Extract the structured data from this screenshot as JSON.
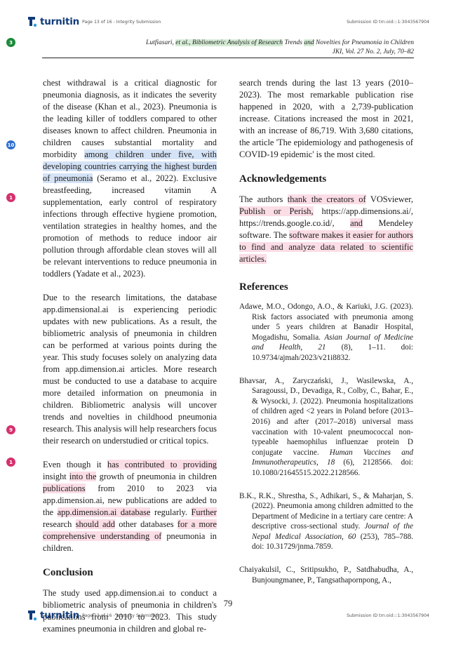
{
  "header": {
    "logo_text": "turnitin",
    "page_info": "Page 13 of 16 - Integrity Submission",
    "submission_id": "Submission ID trn:oid:::1:3043567904"
  },
  "footer": {
    "logo_text": "turnitin",
    "page_info": "Page 13 of 16 - Integrity Submission",
    "submission_id": "Submission ID trn:oid:::1:3043567904"
  },
  "journal": {
    "authors_pre": "Lutfiasari, ",
    "authors_hl": "et al., Bibliometric Analysis of Research",
    "title_mid": " Trends ",
    "title_hl2": "and",
    "title_post": " Novelties for Pneumonia in Children",
    "line2": "JKI, Vol. 27 No. 2, July, 70–82"
  },
  "badges": [
    "3",
    "10",
    "1",
    "9",
    "1"
  ],
  "colors": {
    "green": "#1d8a3a",
    "blue": "#2f6fd0",
    "pink": "#d6316e",
    "turnitin": "#0f3b78"
  },
  "left": {
    "p1_a": "chest withdrawal is a critical diagnostic for pneumonia diagnosis, as it indicates the severity of the disease (Khan et al., 2023). Pneumonia is the leading killer of toddlers compared to other diseases known to affect children. Pneumonia in children causes substantial mortality and morbidity ",
    "p1_hl1": "among children under five, with developing countries carrying the highest burden of pneumonia",
    "p1_b": " (Seramo et al., 2022). Exclusive breastfeeding, increased vitamin A supplementation, early control of respiratory infections through effective hygiene promotion, ventilation strategies in healthy homes, and the promotion of methods to reduce indoor air pollution through affordable clean stoves will all be relevant interventions to reduce pneumonia in toddlers (Yadate et al., 2023).",
    "p2": "Due to the research limitations, the database app.dimensional.ai is experiencing periodic updates with new publications. As a result, the bibliometric analysis of pneumonia in children can be performed at various points during the year. This study focuses solely on analyzing data from app.dimension.ai articles. More research must be conducted to use a database to acquire more detailed information on pneumonia in children. Bibliometric analysis will uncover trends and novelties in childhood pneumonia research. This analysis will help researchers focus their research on understudied or critical topics.",
    "p3_a": "Even though it ",
    "p3_hl1": "has contributed to providing",
    "p3_b": " insight ",
    "p3_hl2": "into the",
    "p3_c": " growth of pneumonia in children ",
    "p3_hl3": "publications",
    "p3_d": " from 2010 to 2023 via app.dimension.ai, new publications are added to the ",
    "p3_hl4": "app.dimension.ai database",
    "p3_e": " regularly. ",
    "p3_hl5": "Further",
    "p3_f": " research ",
    "p3_hl6": "should add",
    "p3_g": " other databases ",
    "p3_hl7": "for a more comprehensive understanding of",
    "p3_h": " pneumonia in children.",
    "h_conclusion": "Conclusion",
    "p4": "The study used app.dimension.ai to conduct a bibliometric analysis of pneumonia in children's publications from 2010 to 2023. This study examines pneumonia in children and global re-"
  },
  "right": {
    "p1": "search trends during the last 13 years (2010–2023). The most remarkable publication rise happened in 2020, with a 2,739-publication increase. Citations increased the most in 2021, with an increase of 86,719. With 3,680 citations, the article 'The epidemiology and pathogenesis of COVID-19 epidemic' is the most cited.",
    "h_ack": "Acknowledgements",
    "ack_a": "The authors ",
    "ack_hl1": "thank the creators of",
    "ack_b": " VOSviewer, ",
    "ack_hl2": "Publish or Perish,",
    "ack_c": " https://app.dimensions.ai/, https://trends.google.co.id/, ",
    "ack_hl3": "and",
    "ack_d": " Mendeley software. The ",
    "ack_hl4": "software makes it easier for authors to find and analyze data related to scientific articles.",
    "h_refs": "References",
    "refs": [
      {
        "pre": "Adawe, M.O., Odongo, A.O., & Kariuki, J.G. (2023). Risk factors associated with pneumonia among under 5 years children at Banadir Hospital, Mogadishu, Somalia. ",
        "it": "Asian Journal of Medicine and Health, 21",
        "post": " (8), 1–11. doi: 10.9734/ajmah/2023/v21i8832."
      },
      {
        "pre": "Bhavsar, A., Zaryczański, J., Wasilewska, A., Saragoussi, D., Devadiga, R., Colby, C., Bahar, E., & Wysocki, J. (2022). Pneumonia hospitalizations of children aged <2 years in Poland before (2013–2016) and after (2017–2018) universal mass vaccination with 10-valent pneumococcal non-typeable haemophilus influenzae protein D conjugate vaccine. ",
        "it": "Human Vaccines and Immunotherapeutics, 18",
        "post": " (6), 2128566. doi: 10.1080/21645515.2022.2128566."
      },
      {
        "pre": "B.K., R.K., Shrestha, S., Adhikari, S., & Maharjan, S. (2022). Pneumonia among children admitted to the Department of Medicine in a tertiary care centre: A descriptive cross-sectional study. ",
        "it": "Journal of the Nepal Medical Association, 60",
        "post": " (253), 785–788. doi: 10.31729/jnma.7859."
      },
      {
        "pre": "Chaiyakulsil, C., Sritipsukho, P., Satdhabudha, A., Bunjoungmanee, P., Tangsathapornpong, A.,",
        "it": "",
        "post": ""
      }
    ]
  },
  "page_number": "79"
}
